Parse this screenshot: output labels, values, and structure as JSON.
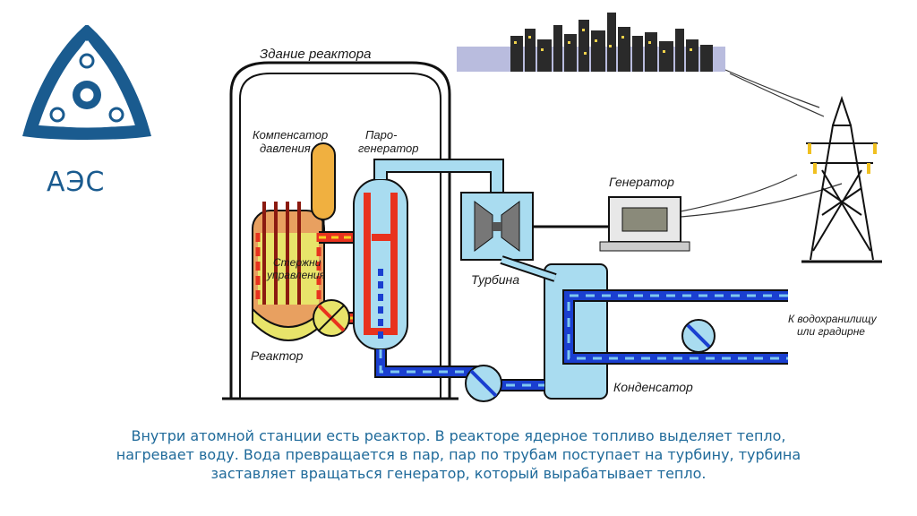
{
  "logo": {
    "title": "АЭС",
    "icon": "atom-icon",
    "color": "#1a5b8f"
  },
  "diagram": {
    "building_label": "Здание реактора",
    "pressurizer_label_1": "Компенсатор",
    "pressurizer_label_2": "давления",
    "steam_gen_label_1": "Паро-",
    "steam_gen_label_2": "генератор",
    "control_rods_label_1": "Стержни",
    "control_rods_label_2": "управления",
    "reactor_label": "Реактор",
    "turbine_label": "Турбина",
    "generator_label": "Генератор",
    "condenser_label": "Конденсатор",
    "outlet_label_1": "К водохранилищу",
    "outlet_label_2": "или градирне",
    "colors": {
      "hot_loop": "#e8321e",
      "cold_loop": "#1a3fd0",
      "steam": "#a9dcf0",
      "reactor": "#e8e46a"
    }
  },
  "caption": {
    "line1": "Внутри атомной станции есть реактор. В реакторе ядерное топливо выделяет тепло,",
    "line2": "нагревает воду. Вода превращается в пар, пар по трубам поступает на турбину, турбина",
    "line3": "заставляет вращаться генератор, который вырабатывает тепло."
  }
}
